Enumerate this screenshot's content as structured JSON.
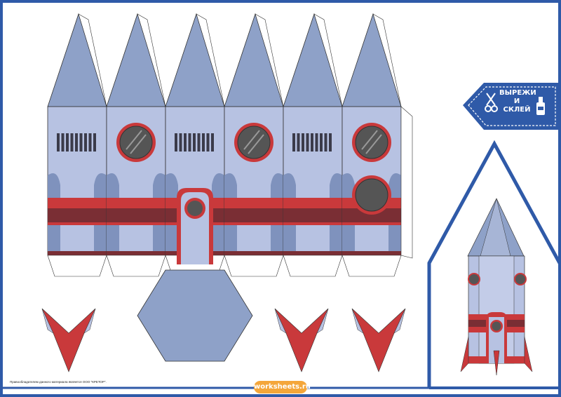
{
  "colors": {
    "frame": "#2f5aa8",
    "cone": "#8ea1c8",
    "body": "#b7c2e2",
    "body_dark": "#7f92bd",
    "red": "#c9393b",
    "red_dark": "#7a2e34",
    "window_glass": "#555555",
    "window_ring": "#c9393b",
    "badge": "#2f5aa8",
    "site_pill": "#f4a63a"
  },
  "badge": {
    "line1": "ВЫРЕЖИ",
    "line2": "И",
    "line3": "СКЛЕЙ"
  },
  "badge_icons": [
    "scissors-icon",
    "glue-icon"
  ],
  "footer": {
    "copyright": "Правообладателем данного материала является ООО \"КРЕТОР\".",
    "site": "worksheets.ru"
  },
  "template": {
    "panels": 6,
    "portholes_on_panels": [
      2,
      4,
      6
    ],
    "extra_porthole_panel": 6,
    "vent_panels": [
      1,
      3,
      5
    ],
    "door_panel": 3,
    "fins": 3
  }
}
